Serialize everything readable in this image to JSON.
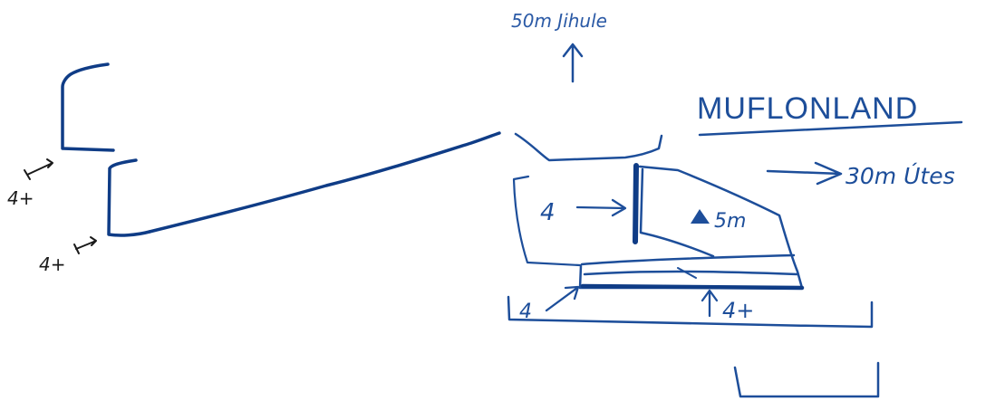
{
  "colors": {
    "ink_blue": "#1d4e9a",
    "ink_dark": "#0f3c86",
    "ink_black": "#1a1a1a",
    "background": "#ffffff"
  },
  "labels": {
    "north": "50m Jihule",
    "title": "MUFLONLAND",
    "east": "30m Útes",
    "block_height": "5m",
    "left_grade": "4",
    "bottom_left_grade": "4",
    "bottom_right_grade": "4+",
    "route_upper_grade": "4+",
    "route_lower_grade": "4+"
  },
  "icons": {
    "summit": "triangle-icon"
  }
}
